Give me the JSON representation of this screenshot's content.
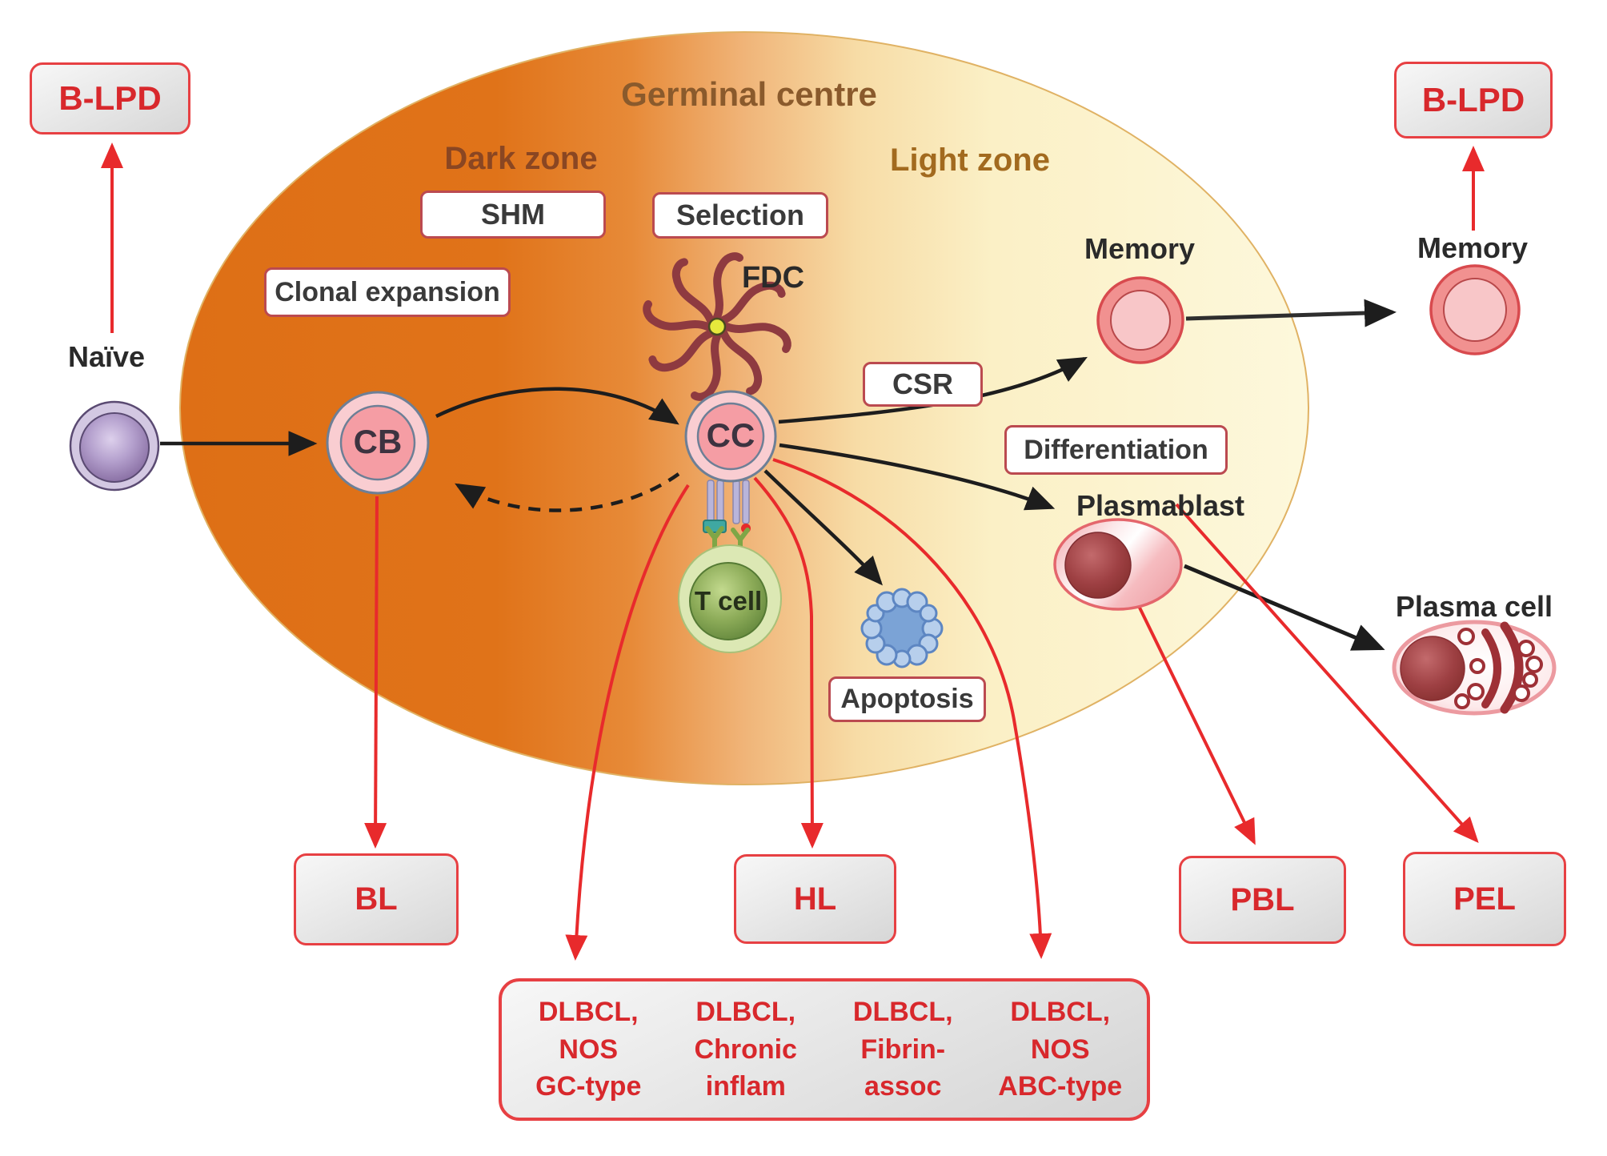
{
  "title": "Germinal centre",
  "zones": {
    "dark": "Dark zone",
    "light": "Light zone"
  },
  "process": {
    "shm": "SHM",
    "selection": "Selection",
    "clonal_expansion": "Clonal expansion",
    "csr": "CSR",
    "differentiation": "Differentiation",
    "apoptosis": "Apoptosis"
  },
  "cells": {
    "naive": "Naïve",
    "cb": "CB",
    "cc": "CC",
    "fdc": "FDC",
    "t_cell": "T cell",
    "memory_gc": "Memory",
    "memory_outside": "Memory",
    "plasmablast": "Plasmablast",
    "plasma_cell": "Plasma cell"
  },
  "lymphomas": {
    "blpd_left": "B-LPD",
    "blpd_right": "B-LPD",
    "bl": "BL",
    "hl": "HL",
    "pbl": "PBL",
    "pel": "PEL"
  },
  "dlbcl": {
    "columns": [
      [
        "DLBCL,",
        "NOS",
        "GC-type"
      ],
      [
        "DLBCL,",
        "Chronic",
        "inflam"
      ],
      [
        "DLBCL,",
        "Fibrin-",
        "assoc"
      ],
      [
        "DLBCL,",
        "NOS",
        "ABC-type"
      ]
    ]
  },
  "colors": {
    "dark_zone_orange": "#df7119",
    "light_zone_yellow": "#fcf6d6",
    "red_accent": "#e82a2c",
    "white_box_border": "#bb4a50",
    "gray_box_border": "#e74043",
    "gray_box_text": "#d8282c",
    "title_brown": "#8a5a2c",
    "fdc_maroon": "#8e3a40",
    "t_cell_green": "#7d9f4c",
    "naive_purple": "#917bb0",
    "apoptosis_blue": "#7ba3d6",
    "cell_pink": "#f59da4"
  }
}
